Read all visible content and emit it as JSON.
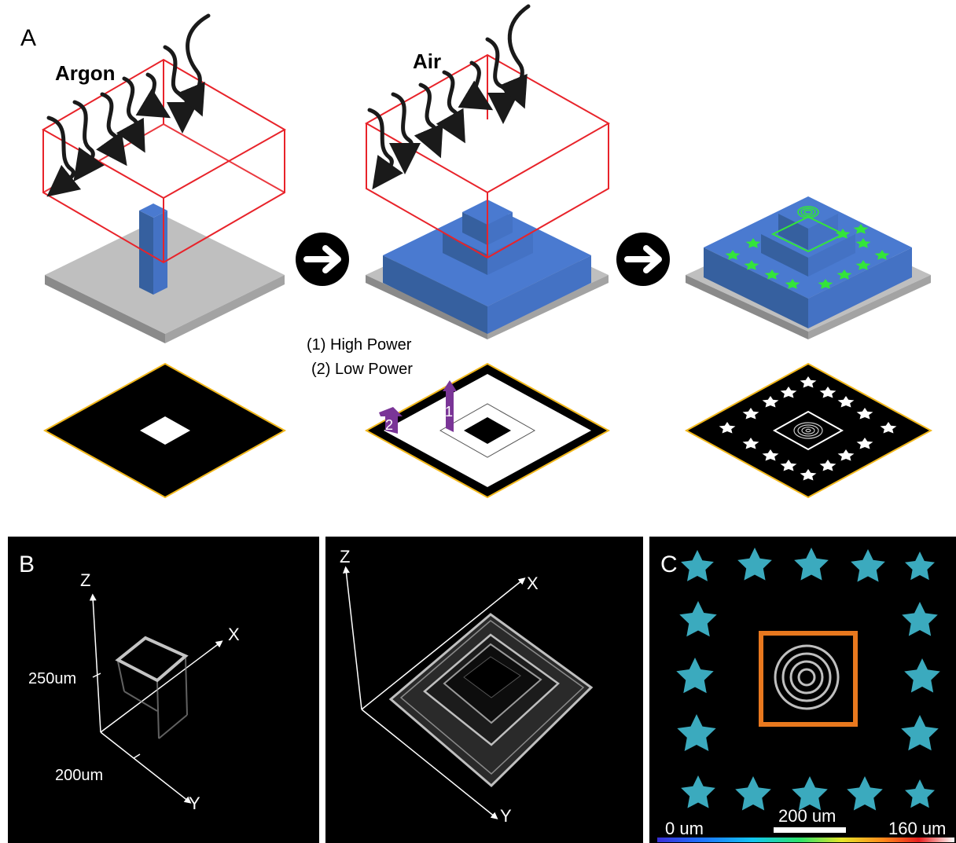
{
  "panel_a": {
    "letter": "A",
    "step1_gas": "Argon",
    "step2_gas": "Air",
    "legend_high": "(1)  High Power",
    "legend_low": "(2)  Low Power",
    "marker_1": "1",
    "marker_2": "2"
  },
  "panel_b": {
    "letter": "B",
    "left_axes": {
      "z": "Z",
      "x": "X",
      "y": "Y"
    },
    "scale_z": "250um",
    "scale_y": "200um",
    "right_axes": {
      "z": "Z",
      "x": "X",
      "y": "Y"
    }
  },
  "panel_c": {
    "letter": "C",
    "scale_bar": "200 um",
    "colorbar_min": "0 um",
    "colorbar_max": "160 um"
  },
  "colors": {
    "enclosure": "#e8232a",
    "block": "#4472c4",
    "substrate": "#bfbfbf",
    "star_green": "#33e53a",
    "pattern_border": "#f2b81c",
    "marker": "#7a3597"
  }
}
